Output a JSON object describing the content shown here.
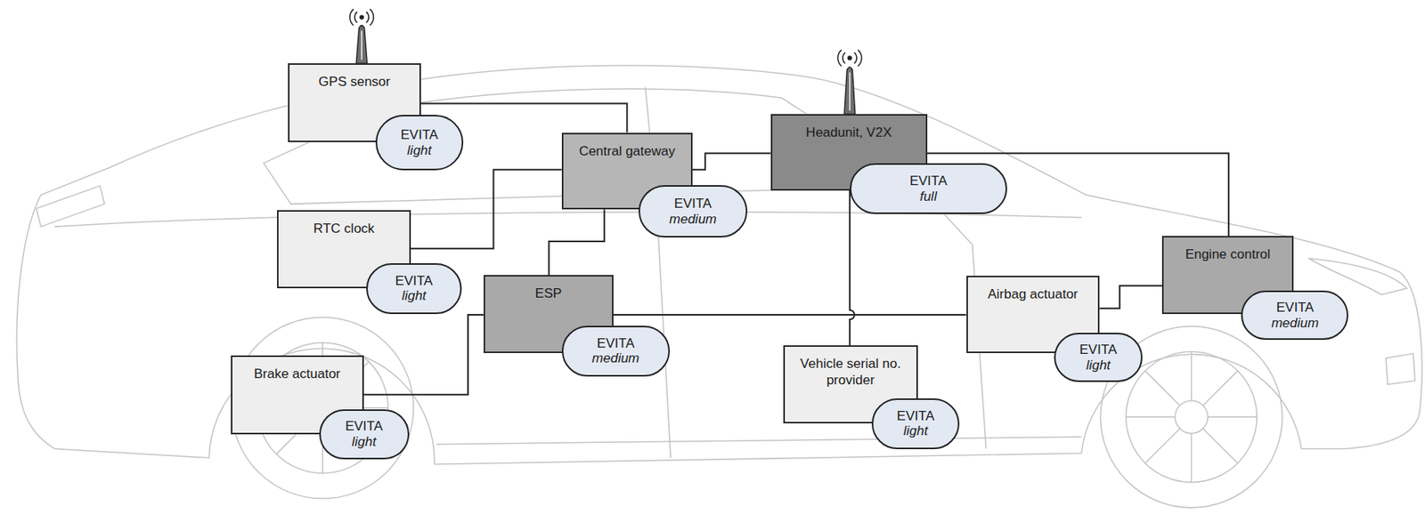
{
  "diagram": {
    "nodes": [
      {
        "text": [
          "GPS sensor"
        ]
      },
      {
        "text": [
          "EVITA",
          "light"
        ]
      },
      {
        "text": [
          "Central gateway"
        ]
      },
      {
        "text": [
          "EVITA",
          "medium"
        ]
      },
      {
        "text": [
          "Headunit, V2X"
        ]
      },
      {
        "text": [
          "EVITA",
          "full"
        ]
      },
      {
        "text": [
          "RTC clock"
        ]
      },
      {
        "text": [
          "EVITA",
          "light"
        ]
      },
      {
        "text": [
          "ESP"
        ]
      },
      {
        "text": [
          "EVITA",
          "medium"
        ]
      },
      {
        "text": [
          "Engine control"
        ]
      },
      {
        "text": [
          "EVITA",
          "medium"
        ]
      },
      {
        "text": [
          "Airbag actuator"
        ]
      },
      {
        "text": [
          "EVITA",
          "light"
        ]
      },
      {
        "text": [
          "Brake actuator"
        ]
      },
      {
        "text": [
          "EVITA",
          "light"
        ]
      },
      {
        "text": [
          "Vehicle serial no. provider"
        ]
      },
      {
        "text": [
          "EVITA",
          "light"
        ]
      }
    ],
    "edges": [
      {
        "from": 0,
        "to": 2,
        "arrow": "none"
      },
      {
        "from": 6,
        "to": 2,
        "arrow": "none"
      },
      {
        "from": 2,
        "to": 4,
        "arrow": "none"
      },
      {
        "from": 2,
        "to": 8,
        "arrow": "none"
      },
      {
        "from": 4,
        "to": 10,
        "arrow": "none"
      },
      {
        "from": 4,
        "to": 16,
        "arrow": "none"
      },
      {
        "from": 8,
        "to": 12,
        "arrow": "none"
      },
      {
        "from": 12,
        "to": 10,
        "arrow": "none"
      },
      {
        "from": 14,
        "to": 8,
        "arrow": "none"
      }
    ]
  }
}
